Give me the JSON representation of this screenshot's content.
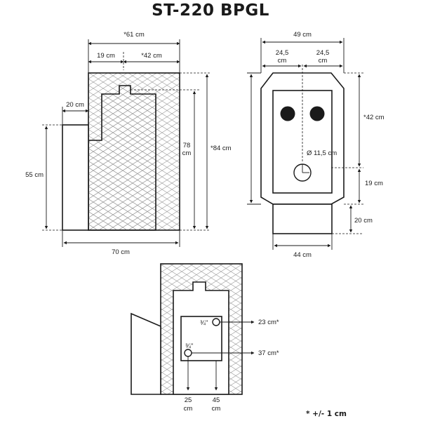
{
  "title": "ST-220 BPGL",
  "footnote": "* +/- 1 cm",
  "side_view": {
    "top_total": "*61 cm",
    "top_left": "19 cm",
    "top_right": "*42 cm",
    "step": "20 cm",
    "left_height": "55 cm",
    "inner_height_line1": "78",
    "inner_height_line2": "cm",
    "total_height": "*84 cm",
    "bottom_width": "70 cm"
  },
  "front_view": {
    "width": "49 cm",
    "half_left_line1": "24,5",
    "half_left_line2": "cm",
    "half_right_line1": "24,5",
    "half_right_line2": "cm",
    "diameter": "Ø 11,5 cm",
    "upper_height": "*42 cm",
    "mid_height": "19 cm",
    "base_height": "20 cm",
    "base_width": "44 cm"
  },
  "back_view": {
    "upper_fitting": "¾\"",
    "lower_fitting": "¾\"",
    "upper_height": "23 cm*",
    "lower_height": "37 cm*",
    "left_offset_line1": "25",
    "left_offset_line2": "cm",
    "right_offset_line1": "45",
    "right_offset_line2": "cm"
  }
}
